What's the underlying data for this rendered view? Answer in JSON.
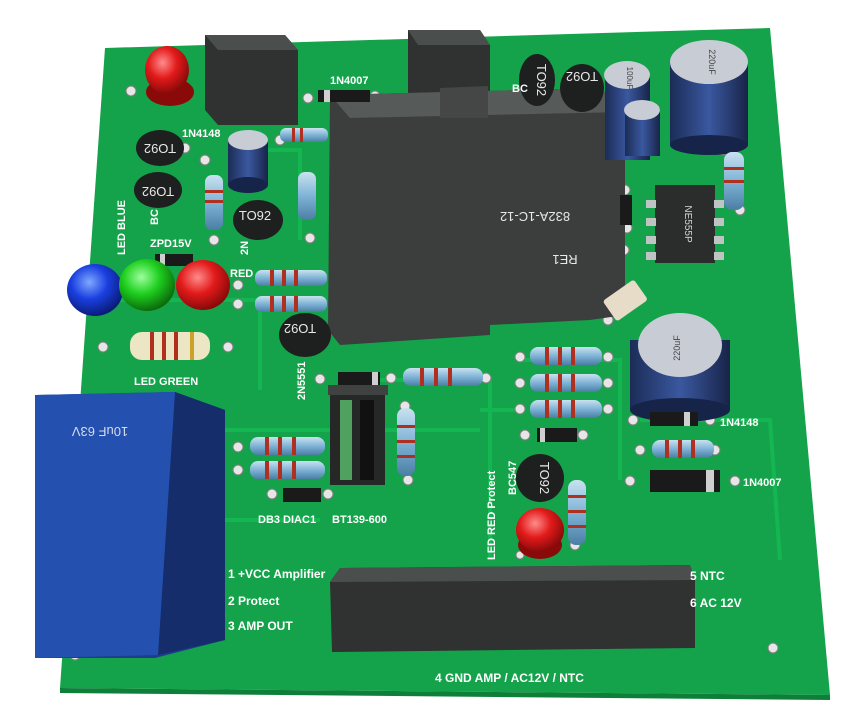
{
  "silkscreen": {
    "led_blue": "LED BLUE",
    "zpd": "ZPD15V",
    "red_mid": "RED",
    "led_green": "LED GREEN",
    "n4148_top": "1N4148",
    "n4007_top": "1N4007",
    "n5551": "2N5551",
    "bc_left": "BC",
    "n2_left": "2N",
    "bc_top": "BC",
    "db3": "DB3 DIAC1",
    "bt139": "BT139-600",
    "bc547": "BC547",
    "led_red_protect": "LED RED Protect",
    "n4148_right": "1N4148",
    "n4007_right": "1N4007",
    "pin1": "1 +VCC Amplifier",
    "pin2": "2  Protect",
    "pin3": "3 AMP OUT",
    "pin5": "5 NTC",
    "pin6": "6 AC 12V",
    "bottom": "4 GND  AMP / AC12V / NTC"
  },
  "components": {
    "relay_part": "832A-1C-12",
    "relay_name": "RE1",
    "to92": "TO92",
    "cap_blue": "10uF 63V",
    "ic": "NE555P",
    "cap_220": "220uF",
    "cap_100": "100uF"
  },
  "colors": {
    "board": "#14a34a",
    "board_dark": "#0d7f38",
    "trace": "#13b651",
    "relay": "#3b3e3c",
    "blue_cap": "#1f4aa8"
  }
}
